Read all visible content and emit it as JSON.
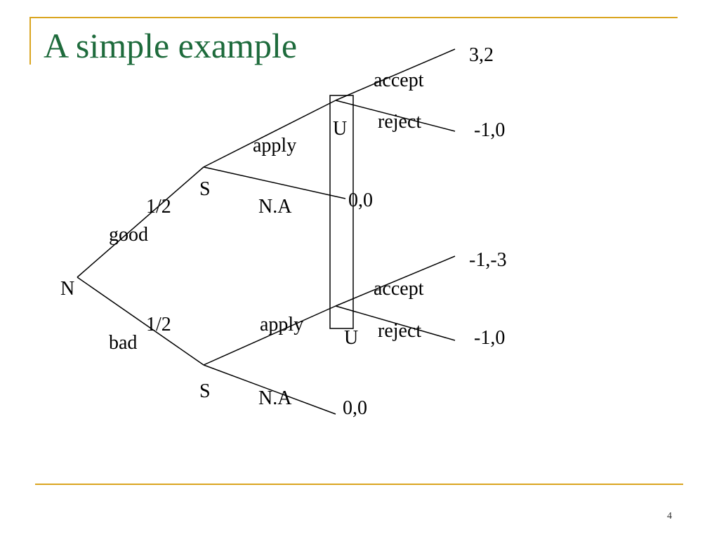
{
  "slide": {
    "title": "A simple example",
    "page_number": "4"
  },
  "tree": {
    "nature_node": "N",
    "sender_nodes": [
      "S",
      "S"
    ],
    "receiver_nodes": [
      "U",
      "U"
    ],
    "nature_moves": {
      "good": "good",
      "bad": "bad"
    },
    "probabilities": {
      "good": "1/2",
      "bad": "1/2"
    },
    "sender_moves": {
      "good_apply": "apply",
      "good_not_apply": "N.A",
      "bad_apply": "apply",
      "bad_not_apply": "N.A"
    },
    "receiver_moves": {
      "good_accept": "accept",
      "good_reject": "reject",
      "bad_accept": "accept",
      "bad_reject": "reject"
    },
    "payoffs": {
      "good_accept": "3,2",
      "good_reject": "-1,0",
      "good_not_apply": "0,0",
      "bad_accept": "-1,-3",
      "bad_reject": "-1,0",
      "bad_not_apply": "0,0"
    }
  },
  "colors": {
    "title": "#1e6b3c",
    "accent_rule": "#daa520",
    "lines": "#000000"
  }
}
